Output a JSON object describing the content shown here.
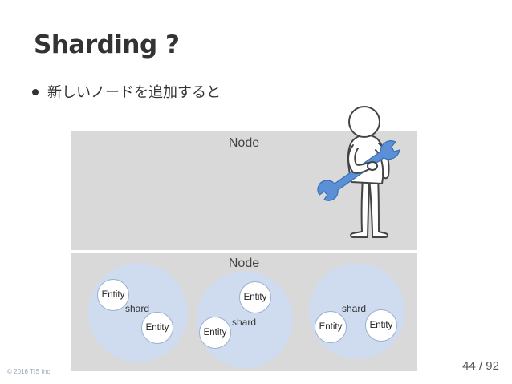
{
  "slide": {
    "title": "Sharding ?",
    "bullet": "新しいノードを追加すると",
    "copyright": "© 2016 TIS Inc.",
    "page_number": "44 / 92"
  },
  "diagram": {
    "nodes": [
      {
        "label": "Node"
      },
      {
        "label": "Node"
      }
    ],
    "shards": [
      {
        "label": "shard",
        "entities": [
          "Entity",
          "Entity"
        ]
      },
      {
        "label": "shard",
        "entities": [
          "Entity",
          "Entity"
        ]
      },
      {
        "label": "shard",
        "entities": [
          "Entity",
          "Entity"
        ]
      }
    ]
  },
  "colors": {
    "node_fill": "#d9d9d9",
    "shard_fill": "#cfdcf0",
    "wrench": "#5b8fd6",
    "title_text": "#333333"
  },
  "icons": {
    "person_with_wrench": "person-with-wrench-icon"
  }
}
